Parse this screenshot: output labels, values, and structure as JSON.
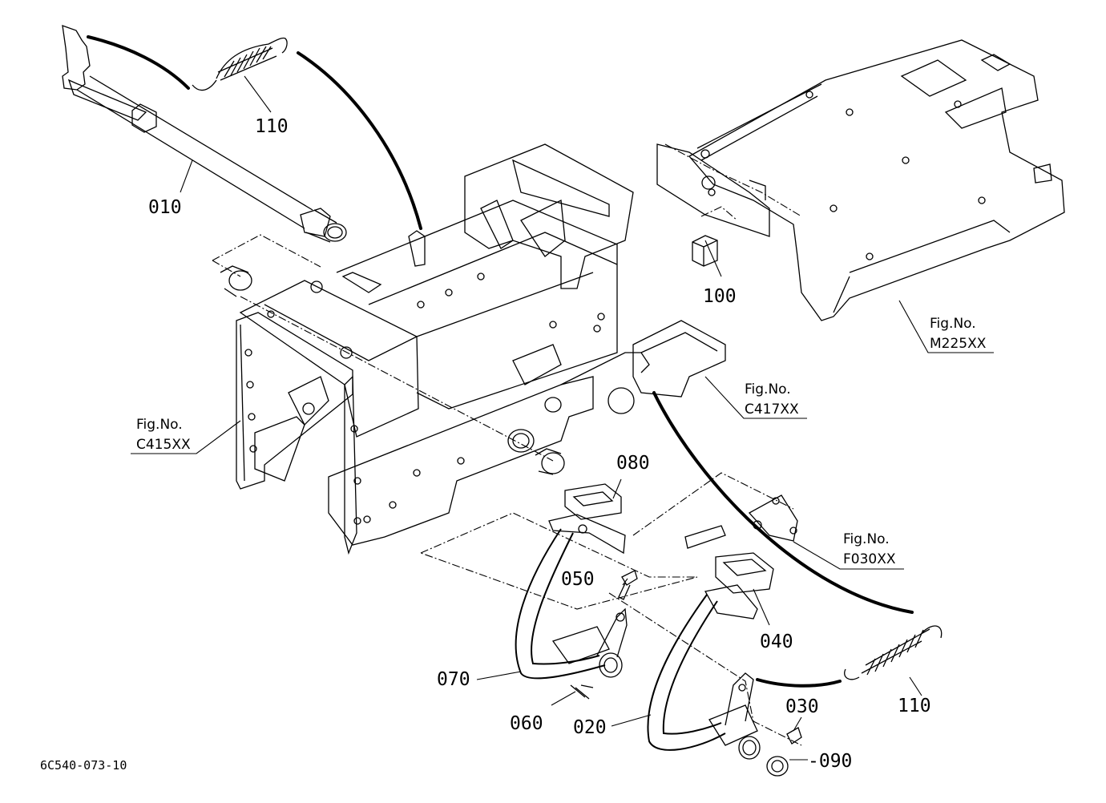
{
  "diagram": {
    "drawing_code": "6C540-073-10",
    "parts": [
      {
        "id": "010",
        "text": "010"
      },
      {
        "id": "020",
        "text": "020"
      },
      {
        "id": "030",
        "text": "030"
      },
      {
        "id": "040",
        "text": "040"
      },
      {
        "id": "050",
        "text": "050"
      },
      {
        "id": "060",
        "text": "060"
      },
      {
        "id": "070",
        "text": "070"
      },
      {
        "id": "080",
        "text": "080"
      },
      {
        "id": "090",
        "text": "-090"
      },
      {
        "id": "100",
        "text": "100"
      },
      {
        "id": "110a",
        "text": "110"
      },
      {
        "id": "110b",
        "text": "110"
      }
    ],
    "figure_refs": [
      {
        "id": "M225XX",
        "caption": "Fig.No.",
        "number": "M225XX"
      },
      {
        "id": "C417XX",
        "caption": "Fig.No.",
        "number": "C417XX"
      },
      {
        "id": "C415XX",
        "caption": "Fig.No.",
        "number": "C415XX"
      },
      {
        "id": "F030XX",
        "caption": "Fig.No.",
        "number": "F030XX"
      }
    ]
  }
}
